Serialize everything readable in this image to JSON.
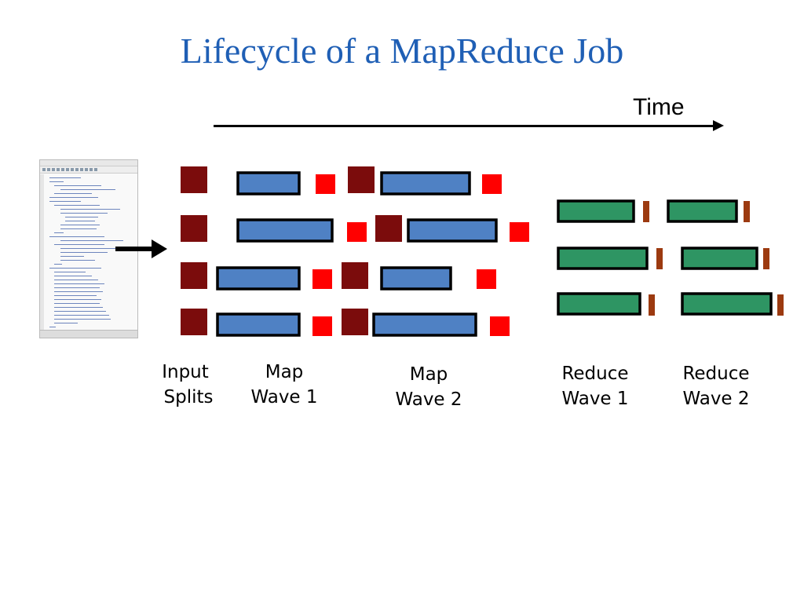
{
  "title": "Lifecycle of a MapReduce Job",
  "time_label": "Time",
  "colors": {
    "title": "#1f5fb5",
    "input_split": "#7b0c0c",
    "map_task": "#4f81c4",
    "map_output": "#ff0000",
    "reduce_task": "#2e9563",
    "reduce_output": "#9c3a10"
  },
  "icons": {
    "code_editor": "code-editor-thumbnail",
    "flow_arrow": "right-arrow-icon",
    "time_arrow": "time-arrow-icon"
  },
  "labels": {
    "input_splits": {
      "line1": "Input",
      "line2": "Splits"
    },
    "map_wave_1": {
      "line1": "Map",
      "line2": "Wave 1"
    },
    "map_wave_2": {
      "line1": "Map",
      "line2": "Wave 2"
    },
    "reduce_wave_1": {
      "line1": "Reduce",
      "line2": "Wave 1"
    },
    "reduce_wave_2": {
      "line1": "Reduce",
      "line2": "Wave 2"
    }
  }
}
